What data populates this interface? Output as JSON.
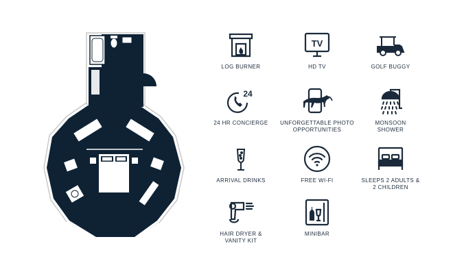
{
  "colors": {
    "navy": "#0f2234",
    "icon": "#1b2a3a",
    "background": "#ffffff"
  },
  "amenities": [
    {
      "id": "log-burner",
      "icon": "fireplace-icon",
      "label": "LOG BURNER"
    },
    {
      "id": "hd-tv",
      "icon": "tv-icon",
      "label": "HD TV",
      "icon_text": "TV"
    },
    {
      "id": "golf-buggy",
      "icon": "golf-buggy-icon",
      "label": "GOLF BUGGY"
    },
    {
      "id": "concierge",
      "icon": "phone-24-icon",
      "label": "24 HR CONCIERGE",
      "icon_text": "24"
    },
    {
      "id": "photo",
      "icon": "phone-leopard-icon",
      "label": "UNFORGETTABLE PHOTO\nOPPORTUNITIES"
    },
    {
      "id": "shower",
      "icon": "shower-icon",
      "label": "MONSOON\nSHOWER"
    },
    {
      "id": "drinks",
      "icon": "champagne-icon",
      "label": "ARRIVAL DRINKS"
    },
    {
      "id": "wifi",
      "icon": "wifi-icon",
      "label": "FREE WI-FI"
    },
    {
      "id": "sleeps",
      "icon": "bed-icon",
      "label": "SLEEPS 2 ADULTS &\n2 CHILDREN"
    },
    {
      "id": "hairdryer",
      "icon": "hair-dryer-icon",
      "label": "HAIR DRYER &\nVANITY KIT"
    },
    {
      "id": "minibar",
      "icon": "minibar-icon",
      "label": "MINIBAR"
    }
  ]
}
